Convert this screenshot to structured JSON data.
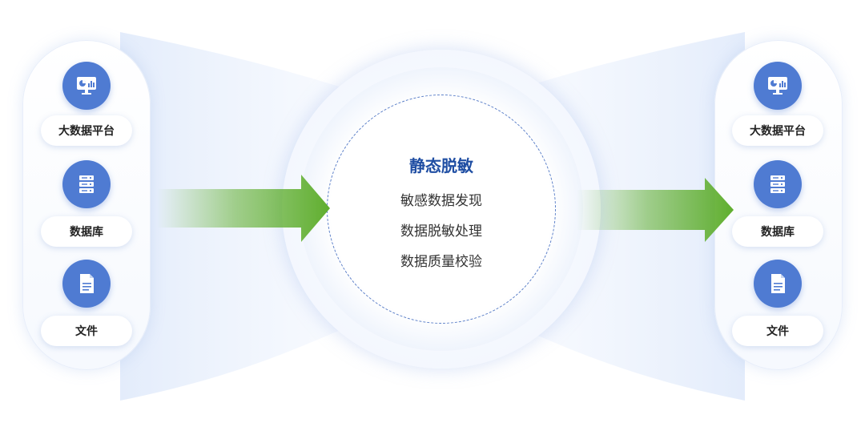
{
  "left_panel": {
    "items": [
      {
        "label": "大数据平台",
        "icon": "monitor-chart-icon"
      },
      {
        "label": "数据库",
        "icon": "server-icon"
      },
      {
        "label": "文件",
        "icon": "document-icon"
      }
    ]
  },
  "right_panel": {
    "items": [
      {
        "label": "大数据平台",
        "icon": "monitor-chart-icon"
      },
      {
        "label": "数据库",
        "icon": "server-icon"
      },
      {
        "label": "文件",
        "icon": "document-icon"
      }
    ]
  },
  "center": {
    "title": "静态脱敏",
    "steps": [
      "敏感数据发现",
      "数据脱敏处理",
      "数据质量校验"
    ]
  },
  "colors": {
    "icon_bg": "#4f7bd2",
    "title": "#1f4ea3",
    "arrow": "#5fae2e"
  }
}
